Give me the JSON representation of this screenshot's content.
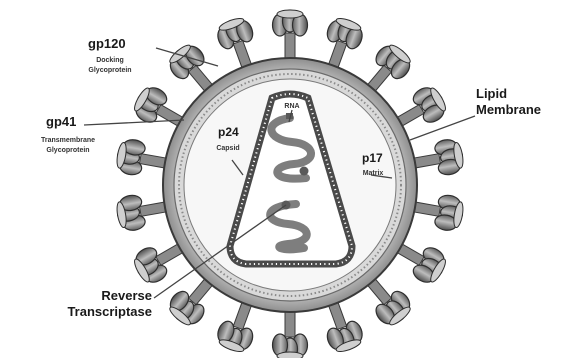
{
  "labels": {
    "gp120": {
      "title": "gp120",
      "subtitle_1": "Docking",
      "subtitle_2": "Glycoprotein"
    },
    "gp41": {
      "title": "gp41",
      "subtitle_1": "Transmembrane",
      "subtitle_2": "Glycoprotein"
    },
    "lipid": {
      "line_1": "Lipid",
      "line_2": "Membrane"
    },
    "p24": {
      "title": "p24",
      "subtitle": "Capsid"
    },
    "p17": {
      "title": "p17",
      "subtitle": "Matrix"
    },
    "rna": {
      "title": "RNA"
    },
    "rt": {
      "line_1": "Reverse",
      "line_2": "Transcriptase"
    }
  },
  "colors": {
    "outline": "#3a3a3a",
    "envelope": "#a9a9a9",
    "matrix_band": "#d6d6d6",
    "capsid": "#555555",
    "rna": "#8a8a8a",
    "spike_body": "#7a7a7a",
    "spike_light": "#cfcfcf"
  },
  "spike_count": 18
}
